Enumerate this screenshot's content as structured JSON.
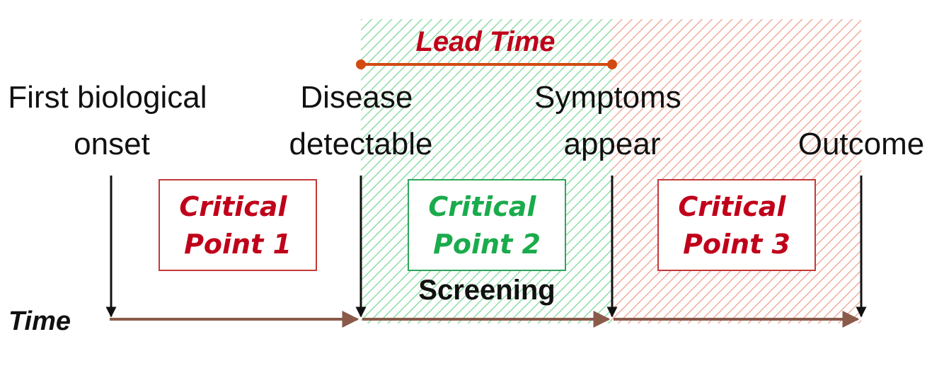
{
  "colors": {
    "lead_time": "#c0001a",
    "critical_red": "#c0001a",
    "critical_green": "#1aab4c",
    "box_red_border": "#c23a3a",
    "box_green_border": "#2ea65a",
    "timeline": "#8a5a4a",
    "screening_zone": "#9be3b0",
    "post_symptom_zone": "#f0b2a4",
    "lead_line": "#d24a12"
  },
  "lead_time": {
    "label": "Lead Time"
  },
  "milestones": [
    {
      "lines": [
        "First biological",
        "onset"
      ]
    },
    {
      "lines": [
        "Disease",
        "detectable"
      ]
    },
    {
      "lines": [
        "Symptoms",
        "appear"
      ]
    },
    {
      "lines": [
        "Outcome"
      ]
    }
  ],
  "critical_points": [
    {
      "lines": [
        "Critical",
        "Point 1"
      ],
      "color": "red"
    },
    {
      "lines": [
        "Critical",
        "Point 2"
      ],
      "color": "green"
    },
    {
      "lines": [
        "Critical",
        "Point 3"
      ],
      "color": "red"
    }
  ],
  "screening": {
    "label": "Screening"
  },
  "axis": {
    "label": "Time"
  }
}
